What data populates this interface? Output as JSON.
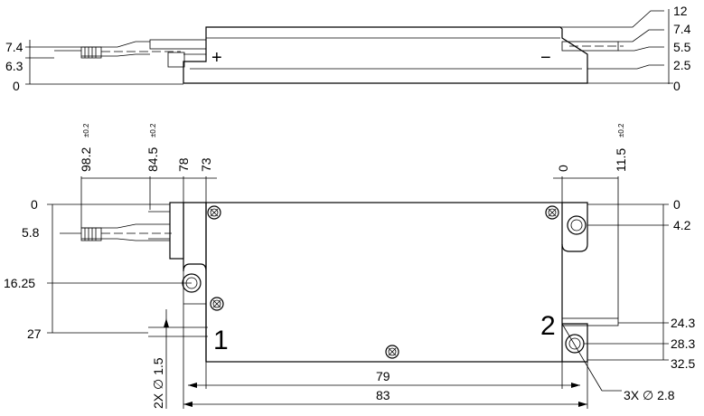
{
  "side_view": {
    "left_dims": [
      "7.4",
      "6.3",
      "0"
    ],
    "right_dims": [
      "12",
      "7.4",
      "5.5",
      "2.5",
      "0"
    ],
    "plus_symbol": "+",
    "minus_symbol": "−"
  },
  "top_view": {
    "top_dims": {
      "d98": "98.2",
      "d98_tol": "±0.2",
      "d84": "84.5",
      "d84_tol": "±0.2",
      "d78": "78",
      "d73": "73",
      "d0": "0",
      "d11": "11.5",
      "d11_tol": "±0.2"
    },
    "left_dims": [
      "0",
      "5.8",
      "16.25",
      "27"
    ],
    "right_dims": [
      "0",
      "4.2",
      "24.3",
      "28.3",
      "32.5"
    ],
    "bottom_dims": {
      "d79": "79",
      "d83": "83"
    },
    "hole_small": "2X ∅ 1.5",
    "hole_large": "3X ∅ 2.8",
    "terminal_1": "1",
    "terminal_2": "2"
  }
}
